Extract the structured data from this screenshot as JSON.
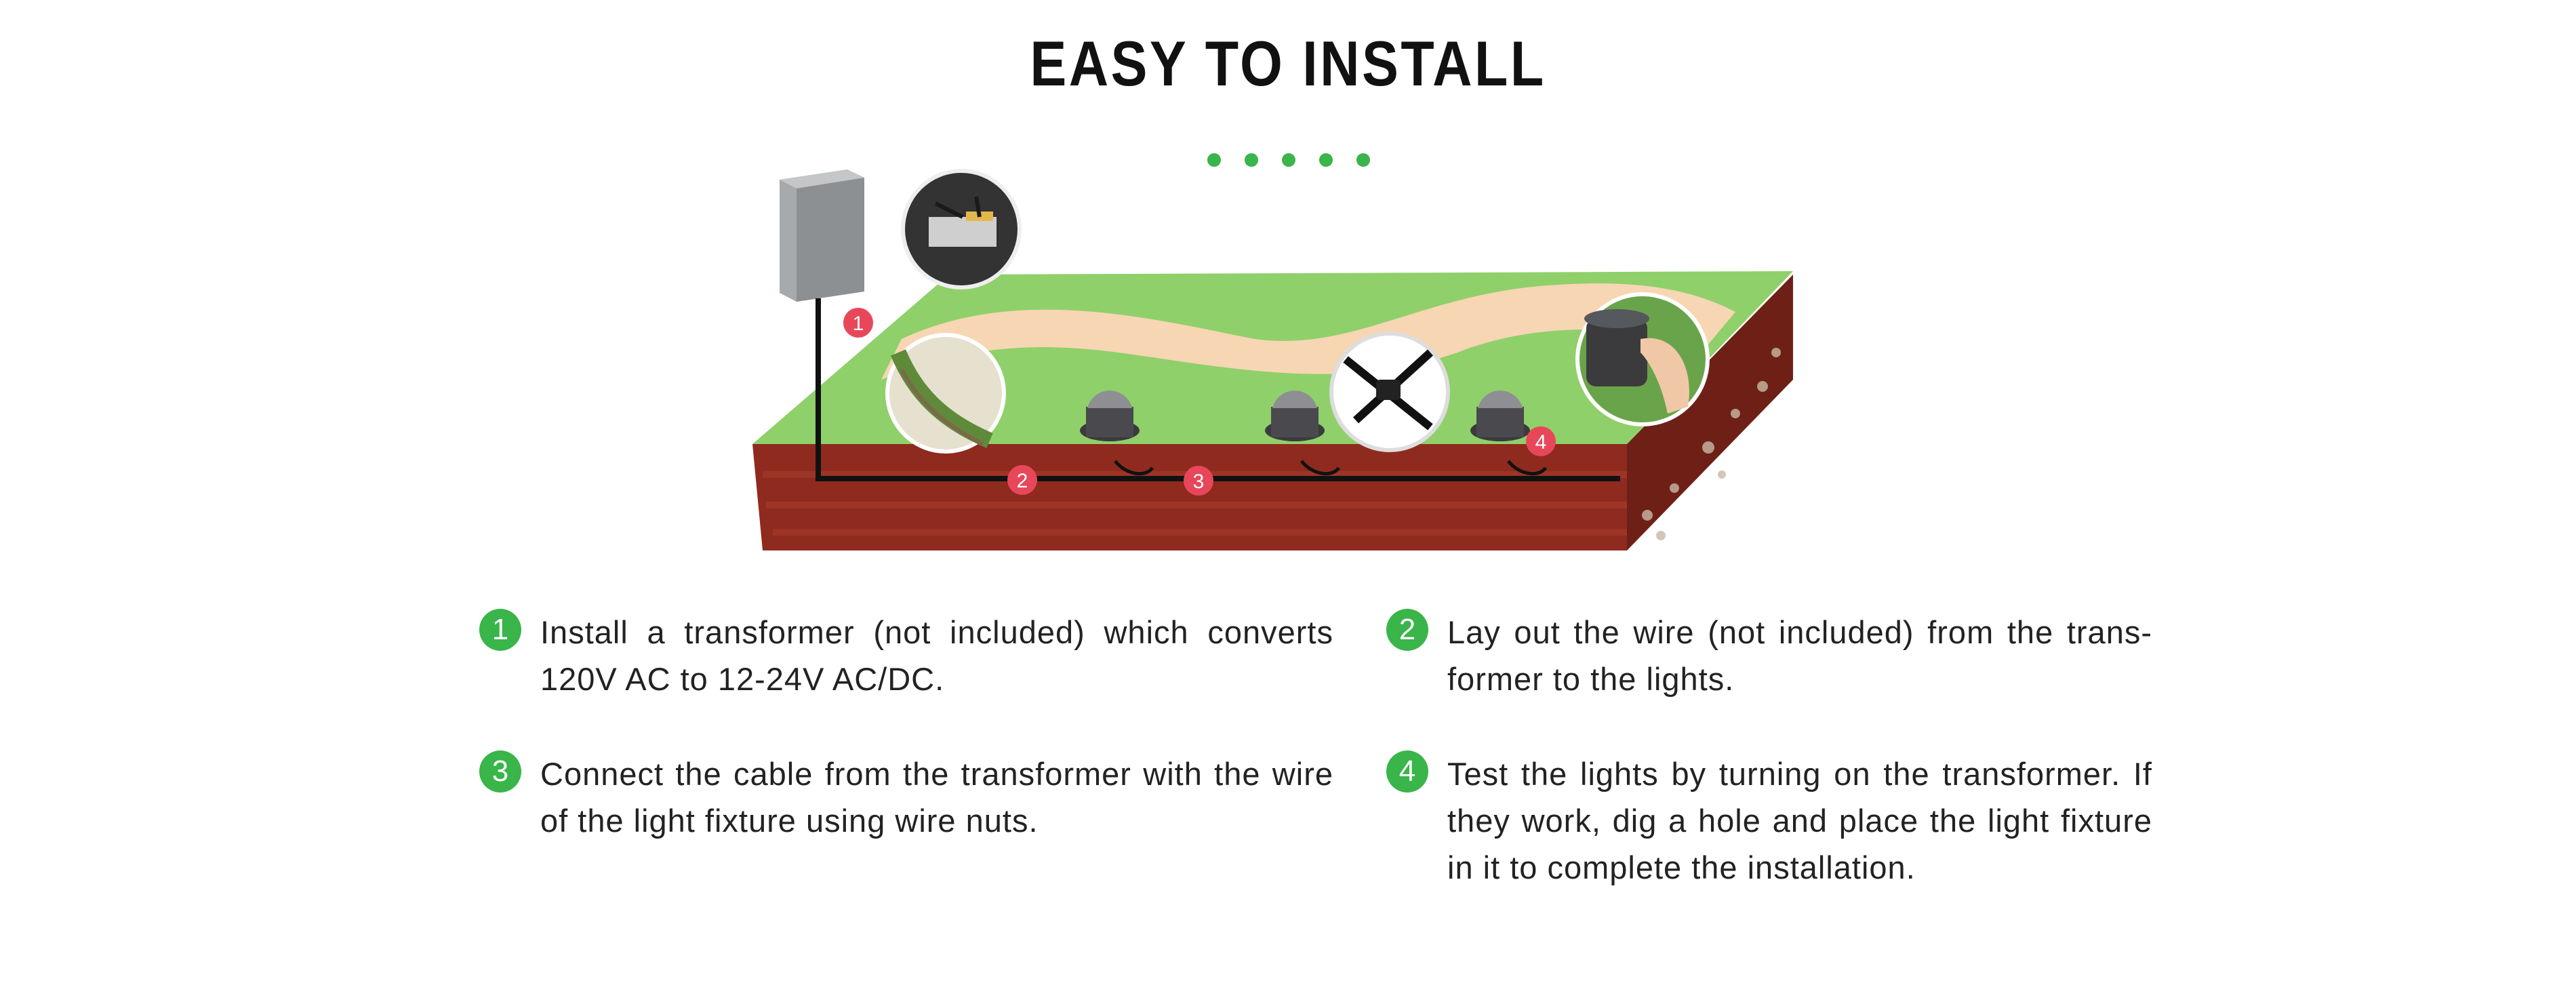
{
  "title": "EASY TO INSTALL",
  "decorative_dots": 5,
  "colors": {
    "accent_green": "#39b54a",
    "callout_red": "#e8475a",
    "grass": "#8fd06a",
    "path": "#f7d6b4",
    "soil": "#8f2a1e"
  },
  "callouts": [
    "1",
    "2",
    "3",
    "4"
  ],
  "steps": [
    {
      "number": "1",
      "text": "Install a transformer (not included) which converts 120V AC to 12-24V AC/DC."
    },
    {
      "number": "2",
      "text": "Lay out the wire (not included) from the trans-former to the lights."
    },
    {
      "number": "3",
      "text": "Connect the cable from the transformer with the wire of the light fixture using wire nuts."
    },
    {
      "number": "4",
      "text": "Test the lights by turning on the transformer. If they work, dig a hole and place the light fixture in it to complete the installation."
    }
  ]
}
